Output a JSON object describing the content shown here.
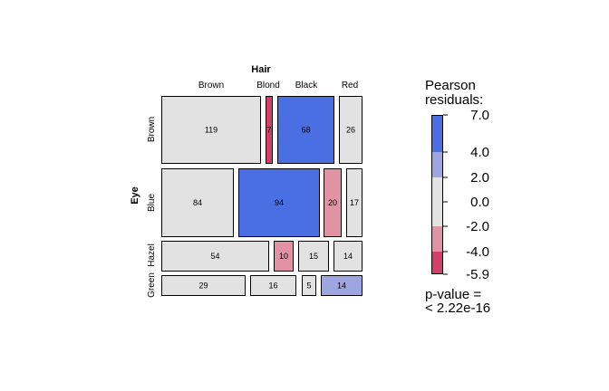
{
  "chart_data": {
    "type": "mosaic",
    "row_variable": "Eye",
    "column_variable": "Hair",
    "rows": [
      "Brown",
      "Blue",
      "Hazel",
      "Green"
    ],
    "columns": [
      "Brown",
      "Blond",
      "Black",
      "Red"
    ],
    "cells": [
      {
        "row": "Brown",
        "col": "Brown",
        "count": "119",
        "shade": "neutral"
      },
      {
        "row": "Brown",
        "col": "Blond",
        "count": "7",
        "shade": "neg-strong"
      },
      {
        "row": "Brown",
        "col": "Black",
        "count": "68",
        "shade": "pos-strong"
      },
      {
        "row": "Brown",
        "col": "Red",
        "count": "26",
        "shade": "neutral"
      },
      {
        "row": "Blue",
        "col": "Brown",
        "count": "84",
        "shade": "neutral"
      },
      {
        "row": "Blue",
        "col": "Blond",
        "count": "94",
        "shade": "pos-strong"
      },
      {
        "row": "Blue",
        "col": "Black",
        "count": "20",
        "shade": "neg-light"
      },
      {
        "row": "Blue",
        "col": "Red",
        "count": "17",
        "shade": "neutral"
      },
      {
        "row": "Hazel",
        "col": "Brown",
        "count": "54",
        "shade": "neutral"
      },
      {
        "row": "Hazel",
        "col": "Blond",
        "count": "10",
        "shade": "neg-light"
      },
      {
        "row": "Hazel",
        "col": "Black",
        "count": "15",
        "shade": "neutral"
      },
      {
        "row": "Hazel",
        "col": "Red",
        "count": "14",
        "shade": "neutral"
      },
      {
        "row": "Green",
        "col": "Brown",
        "count": "29",
        "shade": "neutral"
      },
      {
        "row": "Green",
        "col": "Blond",
        "count": "16",
        "shade": "neutral"
      },
      {
        "row": "Green",
        "col": "Black",
        "count": "5",
        "shade": "neutral"
      },
      {
        "row": "Green",
        "col": "Red",
        "count": "14",
        "shade": "pos-light"
      }
    ],
    "legend": {
      "title_line1": "Pearson",
      "title_line2": "residuals:",
      "ticks": [
        "7.0",
        "4.0",
        "2.0",
        "0.0",
        "-2.0",
        "-4.0",
        "-5.9"
      ],
      "max": 7.0,
      "min": -5.9,
      "pvalue_line1": "p-value =",
      "pvalue_line2": "< 2.22e-16"
    },
    "colors": {
      "pos-strong": "#4a6fe3",
      "pos-light": "#9ea6e2",
      "neutral": "#e2e2e2",
      "neg-light": "#e293a3",
      "neg-strong": "#d33f6a",
      "border": "#000000"
    }
  }
}
